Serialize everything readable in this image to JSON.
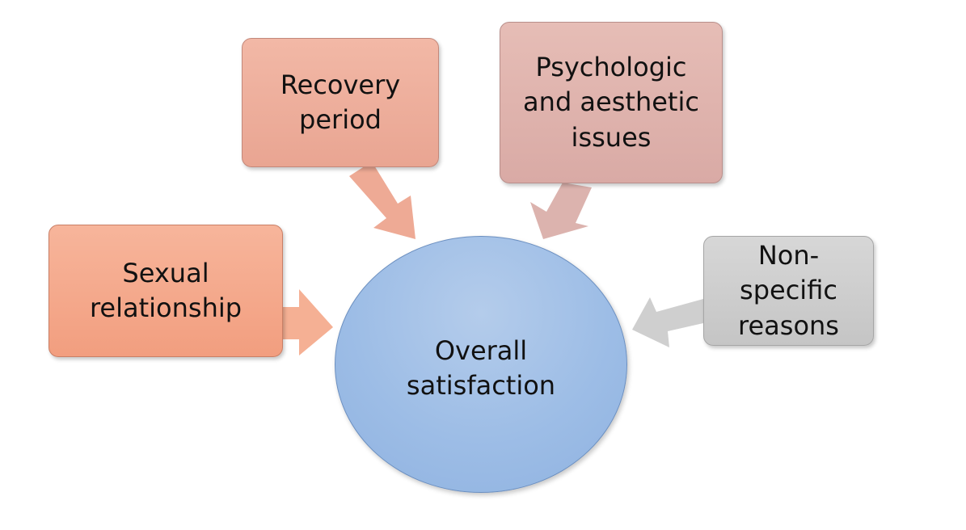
{
  "diagram": {
    "center": {
      "label": "Overall\nsatisfaction",
      "color": "#9dbde6"
    },
    "factors": {
      "sexual": {
        "label": "Sexual\nrelationship",
        "color": "#f4a98a"
      },
      "recovery": {
        "label": "Recovery\nperiod",
        "color": "#eeac99"
      },
      "psych": {
        "label": "Psychologic\nand aesthetic\nissues",
        "color": "#e0b3ad"
      },
      "nonspecific": {
        "label": "Non-\nspecific\nreasons",
        "color": "#cdcdcd"
      }
    },
    "arrow_colors": {
      "sexual": "#f5b094",
      "recovery": "#eeaa95",
      "psych": "#dcb3ae",
      "nonspecific": "#cfcfcf"
    }
  }
}
